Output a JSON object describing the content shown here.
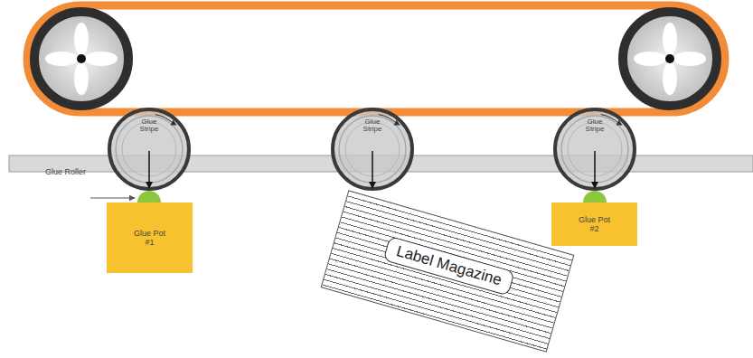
{
  "diagram": {
    "nodes": [
      {
        "text": [
          "Glue Stripe"
        ]
      },
      {
        "text": [
          "Glue Stripe"
        ]
      },
      {
        "text": [
          "Glue Stripe"
        ]
      },
      {
        "text": [
          "Glue Pot #1"
        ]
      },
      {
        "text": [
          "Label Magazine"
        ]
      },
      {
        "text": [
          "Glue Pot #2"
        ]
      }
    ],
    "labels": [
      "Glue Roller"
    ]
  }
}
